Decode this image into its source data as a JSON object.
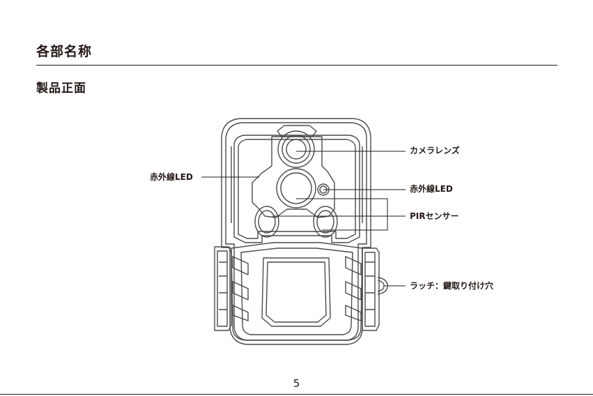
{
  "heading": "各部名称",
  "section": "製品正面",
  "callouts": {
    "ir_led_left": "赤外線LED",
    "camera_lens": "カメラレンズ",
    "ir_led_right": "赤外線LED",
    "pir_sensor": "PIRセンサー",
    "latch": "ラッチ：鍵取り付け穴"
  },
  "page_number": "5",
  "colors": {
    "ink": "#231815",
    "body_outline": "#4a4a4a",
    "body_fill": "#ffffff"
  }
}
